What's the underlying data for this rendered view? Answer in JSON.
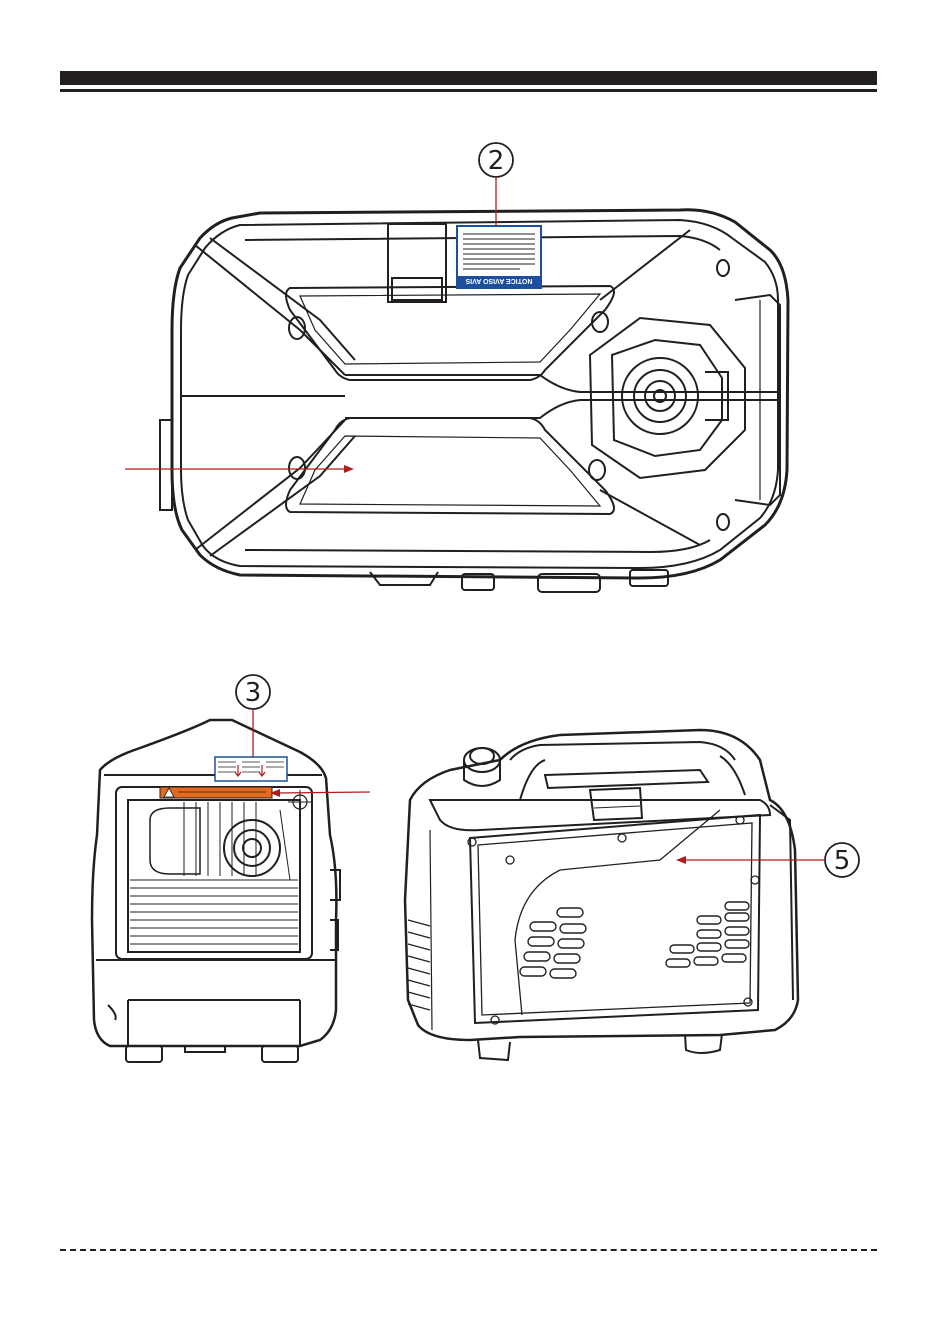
{
  "callouts": {
    "top_view": "2",
    "side_view": "3",
    "perspective_view": "5"
  },
  "label_notice": {
    "title": "NOTICE  AVISO  AVIS"
  },
  "colors": {
    "line": "#231f20",
    "leader": "#b01c1c",
    "label_blue": "#1c4f9c",
    "label_orange": "#e36a1e"
  }
}
